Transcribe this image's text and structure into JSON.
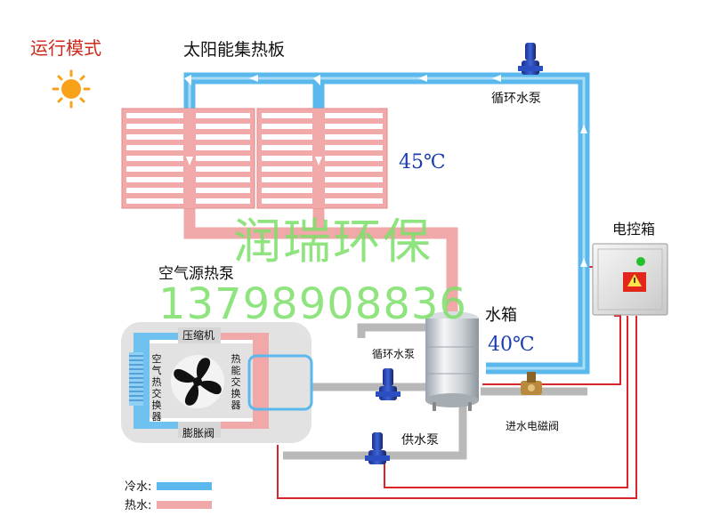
{
  "labels": {
    "mode": "运行模式",
    "panel_title": "太阳能集热板",
    "pump_top": "循环水泵",
    "temp_panel": "45℃",
    "control_box": "电控箱",
    "air_source_heat_pump": "空气源热泵",
    "water_tank": "水箱",
    "temp_tank": "40℃",
    "pump_mid": "循环水泵",
    "compressor": "压缩机",
    "expansion_valve": "膨胀阀",
    "air_hx": "空气热交换器",
    "heat_hx": "热能交换器",
    "supply_pump": "供水泵",
    "inlet_valve": "进水电磁阀",
    "legend_cold": "冷水:",
    "legend_hot": "热水:"
  },
  "watermark": {
    "line1": "润瑞环保",
    "line2": "13798908836"
  },
  "colors": {
    "cold_pipe": "#5bb8ec",
    "hot_pipe": "#f0a0a0",
    "panel_fill": "#f2a9a9",
    "wire": "#d9262b",
    "gray_pipe": "#b5b5b5",
    "watermark": "#7de06a",
    "temp_text": "#1a3db0"
  },
  "icons": [
    "sun-icon",
    "fan-icon",
    "pump-icon",
    "warning-icon",
    "arrow-icon"
  ]
}
